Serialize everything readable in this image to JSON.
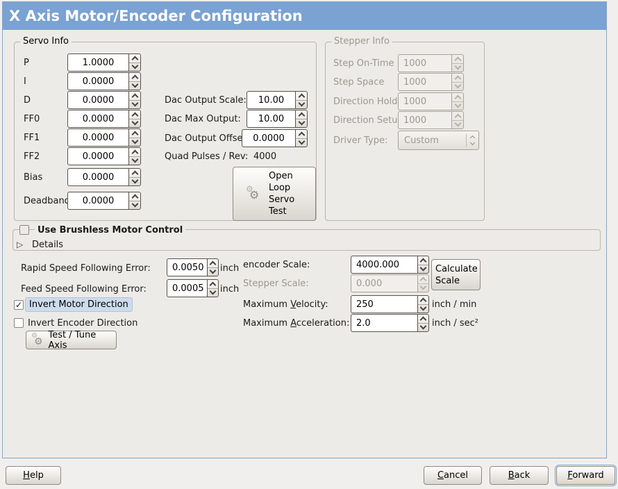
{
  "window": {
    "title": "X Axis Motor/Encoder Configuration"
  },
  "icons": {
    "gear": "⚙",
    "expander": "▷",
    "check": "✓"
  },
  "servo_info": {
    "title": "Servo Info",
    "rows": [
      {
        "label": "P",
        "value": "1.0000"
      },
      {
        "label": "I",
        "value": "0.0000"
      },
      {
        "label": "D",
        "value": "0.0000"
      },
      {
        "label": "FF0",
        "value": "0.0000"
      },
      {
        "label": "FF1",
        "value": "0.0000"
      },
      {
        "label": "FF2",
        "value": "0.0000"
      },
      {
        "label": "Bias",
        "value": "0.0000"
      },
      {
        "label": "Deadband",
        "value": "0.0000"
      }
    ]
  },
  "dac": {
    "rows": [
      {
        "label": "Dac Output Scale:",
        "value": "10.00"
      },
      {
        "label": "Dac Max Output:",
        "value": "10.00"
      },
      {
        "label": "Dac Output Offset:",
        "value": "0.0000"
      }
    ],
    "quad": {
      "label": "Quad Pulses / Rev:",
      "value": "4000"
    },
    "open_loop_button": "Open Loop Servo Test"
  },
  "stepper_info": {
    "title": "Stepper Info",
    "rows": [
      {
        "label": "Step On-Time",
        "value": "1000"
      },
      {
        "label": "Step Space",
        "value": "1000"
      },
      {
        "label": "Direction Hold",
        "value": "1000"
      },
      {
        "label": "Direction Setup",
        "value": "1000"
      }
    ],
    "driver_type": {
      "label": "Driver Type:",
      "value": "Custom"
    }
  },
  "brushless": {
    "title": "Use Brushless Motor Control",
    "checked": false,
    "details": "Details"
  },
  "following_error": {
    "rapid": {
      "label": "Rapid Speed Following Error:",
      "value": "0.0050",
      "unit": "inch"
    },
    "feed": {
      "label": "Feed Speed Following Error:",
      "value": "0.0005",
      "unit": "inch"
    }
  },
  "direction": {
    "invert_motor": {
      "label": "Invert Motor Direction",
      "checked": true,
      "mark": "✓"
    },
    "invert_encoder": {
      "label": "Invert Encoder Direction",
      "checked": false,
      "mark": ""
    }
  },
  "test_button": "Test / Tune Axis",
  "scaling": {
    "encoder_scale": {
      "label": "encoder Scale:",
      "value": "4000.000"
    },
    "calculate_button": "Calculate Scale",
    "stepper_scale": {
      "label": "Stepper Scale:",
      "value": "0.000"
    },
    "max_velocity": {
      "pre": "Maximum ",
      "mn": "V",
      "rest": "elocity:",
      "value": "250",
      "unit": "inch / min"
    },
    "max_accel": {
      "pre": "Maximum ",
      "mn": "A",
      "rest": "cceleration:",
      "value": "2.0",
      "unit": "inch / sec²"
    }
  },
  "footer": {
    "help": {
      "mn": "H",
      "rest": "elp"
    },
    "cancel": {
      "mn": "C",
      "rest": "ancel"
    },
    "back": {
      "mn": "B",
      "rest": "ack"
    },
    "forward": {
      "mn": "F",
      "rest": "orward"
    }
  },
  "colors": {
    "titlebar": "#7aa2d3",
    "panel_border": "#84a5cc",
    "focus_ring": "#7da3d6",
    "highlight_bg": "#cddcec"
  }
}
